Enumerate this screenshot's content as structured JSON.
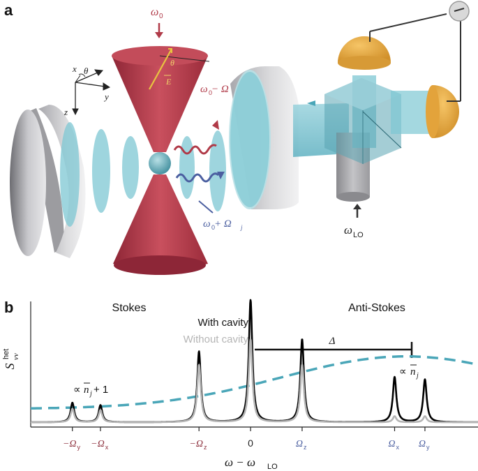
{
  "panel_a": {
    "label": "a",
    "omega0_label": "ω",
    "omega0_sub": "0",
    "axes": {
      "x": "x",
      "y": "y",
      "z": "z",
      "theta": "θ"
    },
    "polarization": {
      "theta": "θ",
      "field": "E"
    },
    "stokes_beam": {
      "omega": "ω",
      "sub": "0",
      "rest": " − Ω",
      "j": "j"
    },
    "antistokes_beam": {
      "omega": "ω",
      "sub": "0",
      "rest": " + Ω",
      "j": "j"
    },
    "lo_label": {
      "omega": "ω",
      "sub": "LO"
    },
    "colors": {
      "trap_beam": "#b03a48",
      "cavity_mode": "#7ec7d3",
      "mirror": "#c9c9c9",
      "detector": "#e3a33b",
      "stokes": "#b03a48",
      "antistokes": "#4b5fa0"
    }
  },
  "panel_b": {
    "label": "b",
    "ylabel_main": "S",
    "ylabel_sup": "het",
    "ylabel_sub": "vv",
    "xlabel": {
      "omega": "ω − ω",
      "sub": "LO"
    },
    "stokes_label": "Stokes",
    "antistokes_label": "Anti-Stokes",
    "with_cavity": "With cavity",
    "without_cavity": "Without cavity",
    "delta_label": "Δ",
    "ann_stokes": {
      "prefix": "∝ ",
      "n": "n",
      "j": "j",
      "suffix": " + 1"
    },
    "ann_antistokes": {
      "prefix": "∝ ",
      "n": "n",
      "j": "j"
    },
    "ticks": [
      {
        "main": "−Ω",
        "sub": "y",
        "color": "#8c2f3c"
      },
      {
        "main": "−Ω",
        "sub": "x",
        "color": "#8c2f3c"
      },
      {
        "main": "−Ω",
        "sub": "z",
        "color": "#8c2f3c"
      },
      {
        "main": "0",
        "sub": "",
        "color": "#222222"
      },
      {
        "main": "Ω",
        "sub": "z",
        "color": "#4b5fa0"
      },
      {
        "main": "Ω",
        "sub": "x",
        "color": "#4b5fa0"
      },
      {
        "main": "Ω",
        "sub": "y",
        "color": "#4b5fa0"
      }
    ],
    "colors": {
      "with_cavity": "#000000",
      "without_cavity": "#b5b5b5",
      "cavity_envelope": "#4aa6b8"
    }
  },
  "chart_data": {
    "type": "line",
    "x_ticks": [
      "−Ωy",
      "−Ωx",
      "−Ωz",
      "0",
      "Ωz",
      "Ωx",
      "Ωy"
    ],
    "x_values": [
      -2.35,
      -1.98,
      -0.68,
      0,
      0.68,
      1.9,
      2.3
    ],
    "series": [
      {
        "name": "With cavity",
        "peaks": [
          {
            "x": -2.35,
            "height": 0.16
          },
          {
            "x": -1.98,
            "height": 0.14
          },
          {
            "x": -0.68,
            "height": 0.58
          },
          {
            "x": 0,
            "height": 1.0
          },
          {
            "x": 0.68,
            "height": 0.68
          },
          {
            "x": 1.9,
            "height": 0.37
          },
          {
            "x": 2.3,
            "height": 0.35
          }
        ]
      },
      {
        "name": "Without cavity",
        "peaks": [
          {
            "x": -2.35,
            "height": 0.11
          },
          {
            "x": -1.98,
            "height": 0.1
          },
          {
            "x": -0.68,
            "height": 0.47
          },
          {
            "x": 0,
            "height": 0.68
          },
          {
            "x": 0.68,
            "height": 0.47
          },
          {
            "x": 1.9,
            "height": 0.05
          },
          {
            "x": 2.3,
            "height": 0.05
          }
        ]
      }
    ],
    "envelope_max_x": 2.05,
    "xlim": [
      -2.9,
      3.0
    ],
    "ylim": [
      0,
      1.0
    ]
  }
}
